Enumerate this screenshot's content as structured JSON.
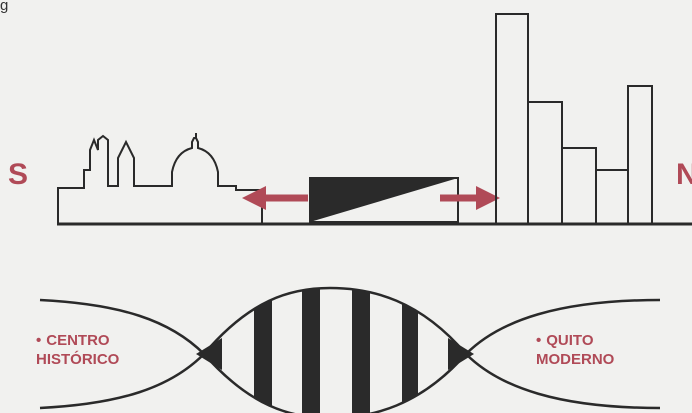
{
  "labels": {
    "south": "S",
    "north": "N",
    "bullet": "•",
    "historic_line1": "CENTRO",
    "historic_line2": "HISTÓRICO",
    "modern_line1": "QUITO",
    "modern_line2": "MODERNO"
  },
  "colors": {
    "accent": "#b04a57",
    "ink": "#2a2a2a",
    "paper": "#f1f1ef"
  }
}
